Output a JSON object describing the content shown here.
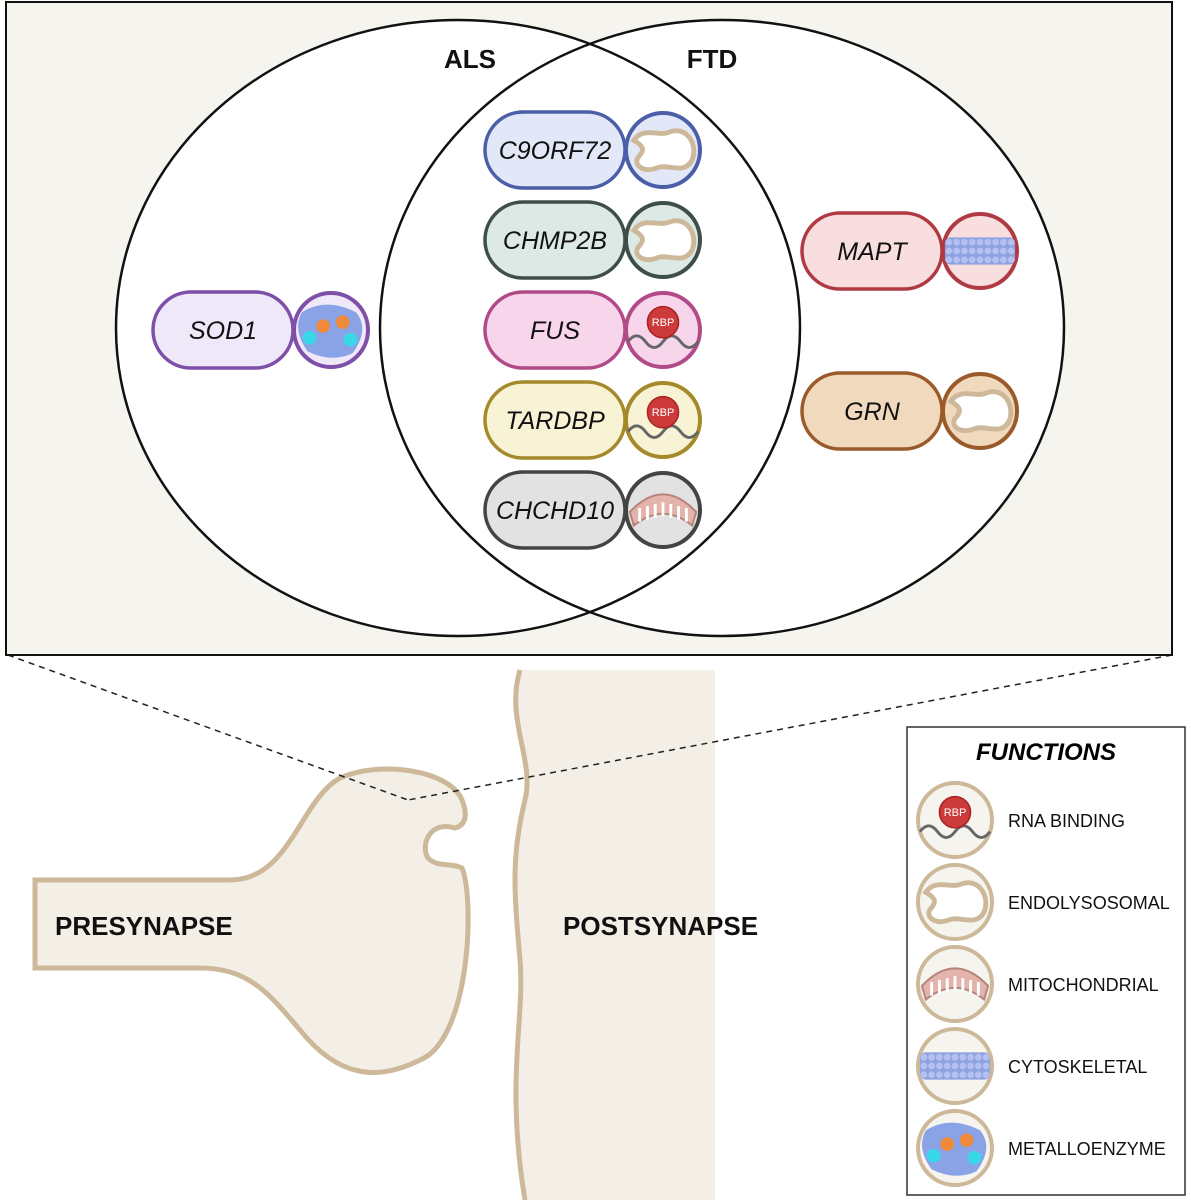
{
  "venn": {
    "left_label": "ALS",
    "right_label": "FTD"
  },
  "genes": [
    {
      "name": "SOD1",
      "region": "ALS",
      "function": "metalloenzyme",
      "fill": "#efe8f8",
      "stroke": "#7d4fa8"
    },
    {
      "name": "C9ORF72",
      "region": "overlap",
      "function": "endolysosomal",
      "fill": "#e3e8f8",
      "stroke": "#4a5fa8"
    },
    {
      "name": "CHMP2B",
      "region": "overlap",
      "function": "endolysosomal",
      "fill": "#dde9e4",
      "stroke": "#3e4e4a"
    },
    {
      "name": "FUS",
      "region": "overlap",
      "function": "rna-binding",
      "fill": "#f7d5ea",
      "stroke": "#b24a88"
    },
    {
      "name": "TARDBP",
      "region": "overlap",
      "function": "rna-binding",
      "fill": "#f8f3d4",
      "stroke": "#a48a2a"
    },
    {
      "name": "CHCHD10",
      "region": "overlap",
      "function": "mitochondrial",
      "fill": "#e2e2e2",
      "stroke": "#444444"
    },
    {
      "name": "MAPT",
      "region": "FTD",
      "function": "cytoskeletal",
      "fill": "#f8dede",
      "stroke": "#b03a44"
    },
    {
      "name": "GRN",
      "region": "FTD",
      "function": "endolysosomal",
      "fill": "#f0d9bc",
      "stroke": "#9a5a2a"
    }
  ],
  "rbp_label": "RBP",
  "synapse": {
    "pre_label": "PRESYNAPSE",
    "post_label": "POSTSYNAPSE"
  },
  "legend": {
    "title": "FUNCTIONS",
    "items": [
      {
        "key": "rna-binding",
        "label": "RNA BINDING"
      },
      {
        "key": "endolysosomal",
        "label": "ENDOLYSOSOMAL"
      },
      {
        "key": "mitochondrial",
        "label": "MITOCHONDRIAL"
      },
      {
        "key": "cytoskeletal",
        "label": "CYTOSKELETAL"
      },
      {
        "key": "metalloenzyme",
        "label": "METALLOENZYME"
      }
    ]
  }
}
